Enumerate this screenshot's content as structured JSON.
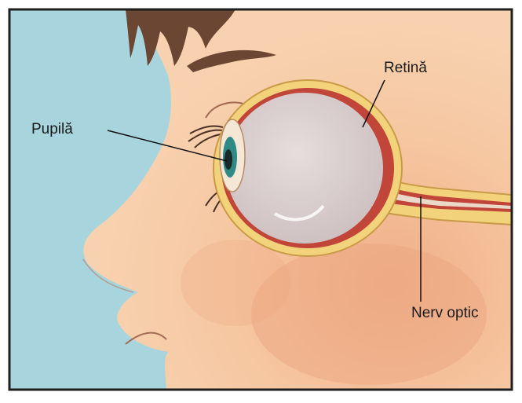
{
  "diagram": {
    "labels": {
      "retina": "Retină",
      "pupil": "Pupilă",
      "optic_nerve": "Nerv optic"
    }
  },
  "colors": {
    "background_sky": "#a8d4de",
    "skin": "#f6c7a1",
    "skin_shadow": "#eaa37e",
    "hair": "#6b4632",
    "eyeball": "#ddd3d1",
    "sclera_outer": "#f2d27a",
    "retina_layer": "#c2453a",
    "iris": "#2f8a86",
    "frame": "#1f1f1f"
  }
}
